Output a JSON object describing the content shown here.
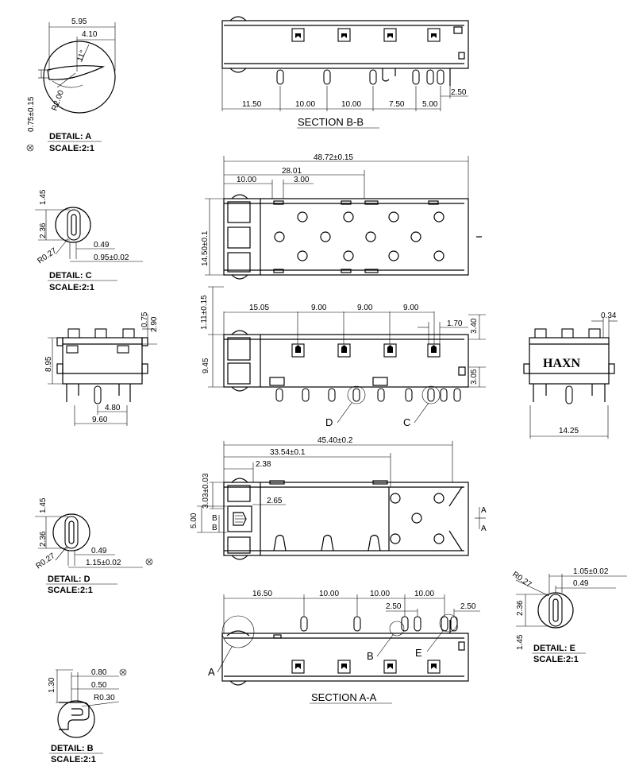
{
  "detail_a": {
    "dims": [
      "5.95",
      "4.10",
      "11°",
      "R2.00",
      "0.75±0.15"
    ],
    "title": "DETAIL: A",
    "scale": "SCALE:2:1"
  },
  "detail_c": {
    "dims": [
      "1.45",
      "2.36",
      "0.49",
      "R0.27",
      "0.95±0.02"
    ],
    "title": "DETAIL: C",
    "scale": "SCALE:2:1"
  },
  "detail_d": {
    "dims": [
      "1.45",
      "2.36",
      "0.49",
      "R0.27",
      "1.15±0.02"
    ],
    "title": "DETAIL: D",
    "scale": "SCALE:2:1"
  },
  "detail_e": {
    "dims": [
      "R0.27",
      "1.05±0.02",
      "0.49",
      "2.36",
      "1.45"
    ],
    "title": "DETAIL: E",
    "scale": "SCALE:2:1"
  },
  "detail_b": {
    "dims": [
      "0.80",
      "1.30",
      "0.50",
      "R0.30"
    ],
    "title": "DETAIL: B",
    "scale": "SCALE:2:1"
  },
  "section_bb": {
    "title": "SECTION  B-B",
    "dims": [
      "11.50",
      "10.00",
      "10.00",
      "7.50",
      "5.00",
      "2.50"
    ]
  },
  "section_aa": {
    "title": "SECTION  A-A",
    "dims": [
      "16.50",
      "10.00",
      "10.00",
      "10.00",
      "2.50",
      "2.50"
    ],
    "callouts": [
      "A",
      "B",
      "E"
    ]
  },
  "top_view": {
    "dims": [
      "48.72±0.15",
      "28.01",
      "10.00",
      "3.00",
      "14.50±0.1"
    ]
  },
  "side_view": {
    "dims": [
      "1.11±0.15",
      "15.05",
      "9.00",
      "9.00",
      "9.00",
      "1.70",
      "3.40",
      "9.45",
      "3.05"
    ],
    "callouts": [
      "D",
      "C"
    ]
  },
  "bottom_view": {
    "dims": [
      "45.40±0.2",
      "33.54±0.1",
      "2.38",
      "3.03±0.03",
      "2.65",
      "5.00",
      "B",
      "B",
      "A",
      "A"
    ]
  },
  "front_view": {
    "dims": [
      "0.75",
      "2.90",
      "8.95",
      "4.80",
      "9.60"
    ]
  },
  "rear_view": {
    "dims": [
      "0.34",
      "14.25"
    ],
    "logo": "HAXN"
  }
}
